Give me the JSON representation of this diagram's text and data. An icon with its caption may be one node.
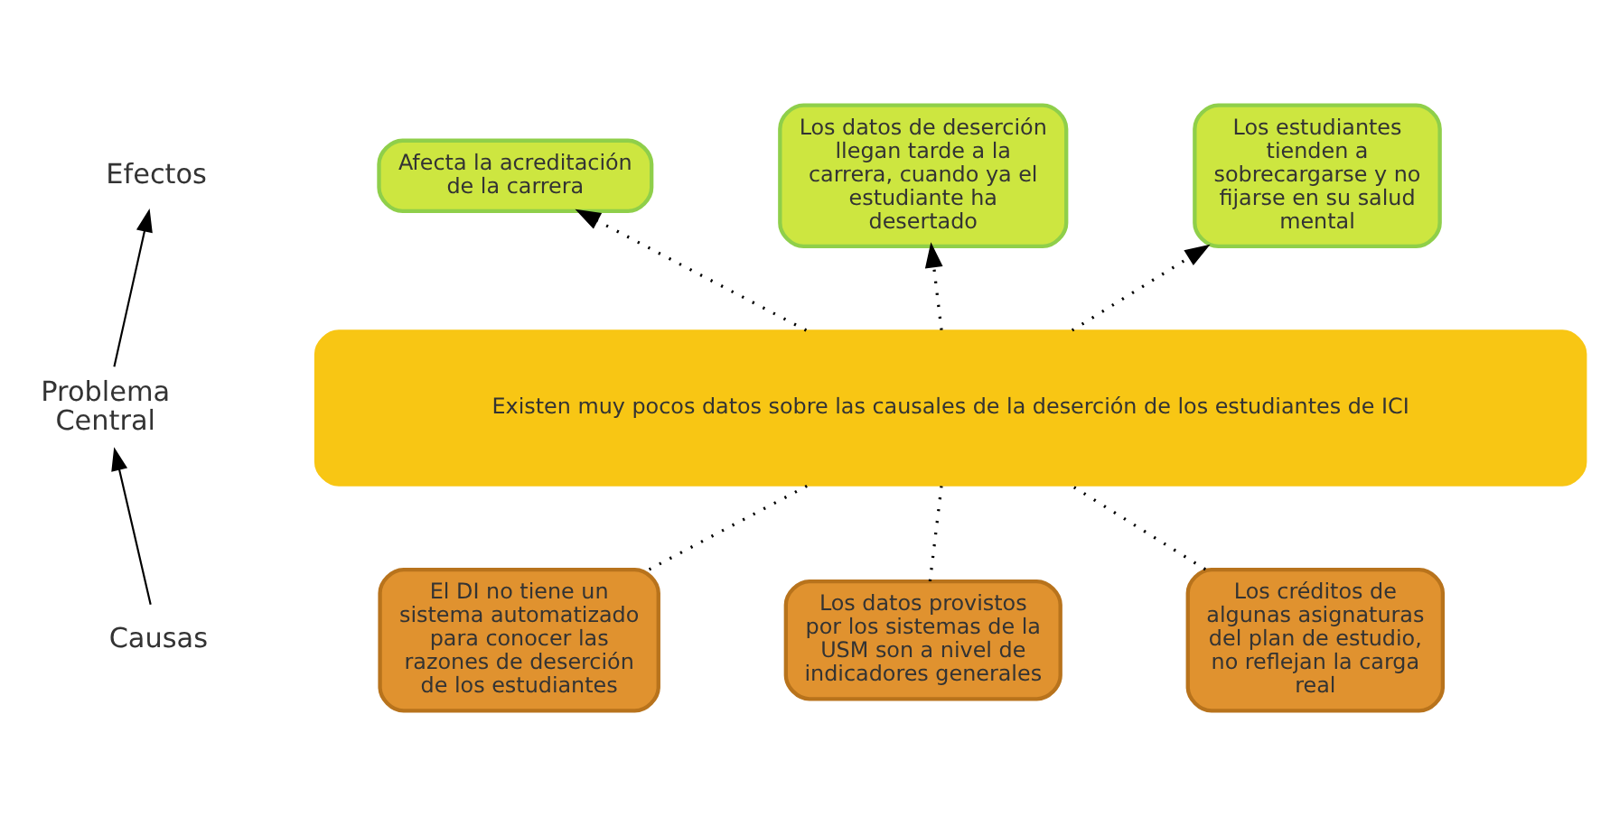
{
  "diagram": {
    "nodes": [
      {
        "text": [
          "Efectos"
        ]
      },
      {
        "text": [
          "Afecta la acreditación de la carrera"
        ]
      },
      {
        "text": [
          "Los datos de deserción llegan tarde a la carrera, cuando ya el estudiante ha desertado"
        ]
      },
      {
        "text": [
          "Los estudiantes tienden a sobrecargarse y no fijarse en su salud mental"
        ]
      },
      {
        "text": [
          "Problema Central"
        ]
      },
      {
        "text": [
          "Existen muy pocos datos sobre las causales de la deserción de los estudiantes de ICI"
        ]
      },
      {
        "text": [
          "Causas"
        ]
      },
      {
        "text": [
          "El DI no tiene un sistema automatizado para conocer las razones de deserción de los estudiantes"
        ]
      },
      {
        "text": [
          "Los datos provistos por los sistemas de la USM son a nivel de indicadores generales"
        ]
      },
      {
        "text": [
          "Los créditos de algunas asignaturas del plan de estudio, no reflejan la carga real"
        ]
      }
    ],
    "edges": [
      {
        "from": 5,
        "to": 1,
        "arrow": "to",
        "style": "dashed"
      },
      {
        "from": 5,
        "to": 2,
        "arrow": "to",
        "style": "dashed"
      },
      {
        "from": 5,
        "to": 3,
        "arrow": "to",
        "style": "dashed"
      },
      {
        "from": 7,
        "to": 5,
        "arrow": "none",
        "style": "dashed"
      },
      {
        "from": 8,
        "to": 5,
        "arrow": "none",
        "style": "dashed"
      },
      {
        "from": 9,
        "to": 5,
        "arrow": "none",
        "style": "dashed"
      },
      {
        "from": 6,
        "to": 4,
        "arrow": "to"
      },
      {
        "from": 4,
        "to": 0,
        "arrow": "to"
      }
    ]
  }
}
